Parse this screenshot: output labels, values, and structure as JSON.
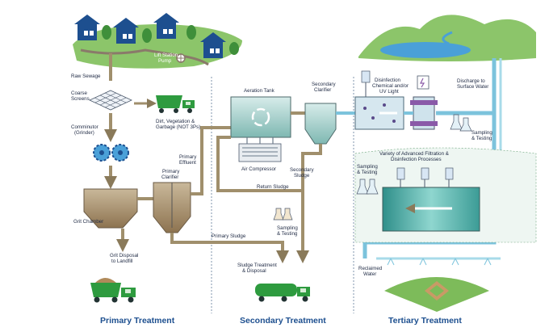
{
  "labels": {
    "raw_sewage": "Raw Sewage",
    "lift_station_1": "Lift Station",
    "lift_station_2": "Pump",
    "coarse_screens_1": "Coarse",
    "coarse_screens_2": "Screens",
    "dirt_1": "Dirt, Vegetation &",
    "dirt_2": "Garbage (NOT 3Ps)",
    "comminutor_1": "Comminutor",
    "comminutor_2": "(Grinder)",
    "primary_effluent_1": "Primary",
    "primary_effluent_2": "Effluent",
    "primary_clarifier_1": "Primary",
    "primary_clarifier_2": "Clarifier",
    "grit_chamber": "Grit Chamber",
    "grit_disposal_1": "Grit Disposal",
    "grit_disposal_2": "to Landfill",
    "primary_sludge": "Primary Sludge",
    "aeration_tank": "Aeration Tank",
    "secondary_clarifier_1": "Secondary",
    "secondary_clarifier_2": "Clarifier",
    "air_compressor": "Air Compressor",
    "secondary_sludge_1": "Secondary",
    "secondary_sludge_2": "Sludge",
    "return_sludge": "Return Sludge",
    "sampling_1": "Sampling",
    "sampling_2": "& Testing",
    "sludge_treatment_1": "Sludge Treatment",
    "sludge_treatment_2": "& Disposal",
    "disinfection_1": "Disinfection",
    "disinfection_2": "Chemical and/or",
    "disinfection_3": "UV Light",
    "discharge_1": "Discharge to",
    "discharge_2": "Surface Water",
    "sampling_t1_1": "Sampling",
    "sampling_t1_2": "& Testing",
    "advanced_1": "Variety of Advanced Filtration &",
    "advanced_2": "Disinfection Processes",
    "sampling_t2_1": "Sampling",
    "sampling_t2_2": "& Testing",
    "reclaimed_1": "Reclaimed",
    "reclaimed_2": "Water"
  },
  "sections": {
    "primary": "Primary Treatment",
    "secondary": "Secondary Treatment",
    "tertiary": "Tertiary Treatment"
  },
  "colors": {
    "brown_pipe": "#a08f6c",
    "blue_pipe": "#7cc3dc",
    "navy": "#1d4f8f",
    "green": "#2e9b3f",
    "grass": "#7dbb5a",
    "tank_teal": "#b9d9d6"
  },
  "icons": [
    "house-icon",
    "tree-icon",
    "pump-icon",
    "screen-grid-icon",
    "dump-truck-icon",
    "grinder-gear-icon",
    "beaker-icon",
    "tanker-truck-icon",
    "mountain-icon",
    "ballfield-icon",
    "sprinkler-icon",
    "uv-lamp-icon"
  ]
}
